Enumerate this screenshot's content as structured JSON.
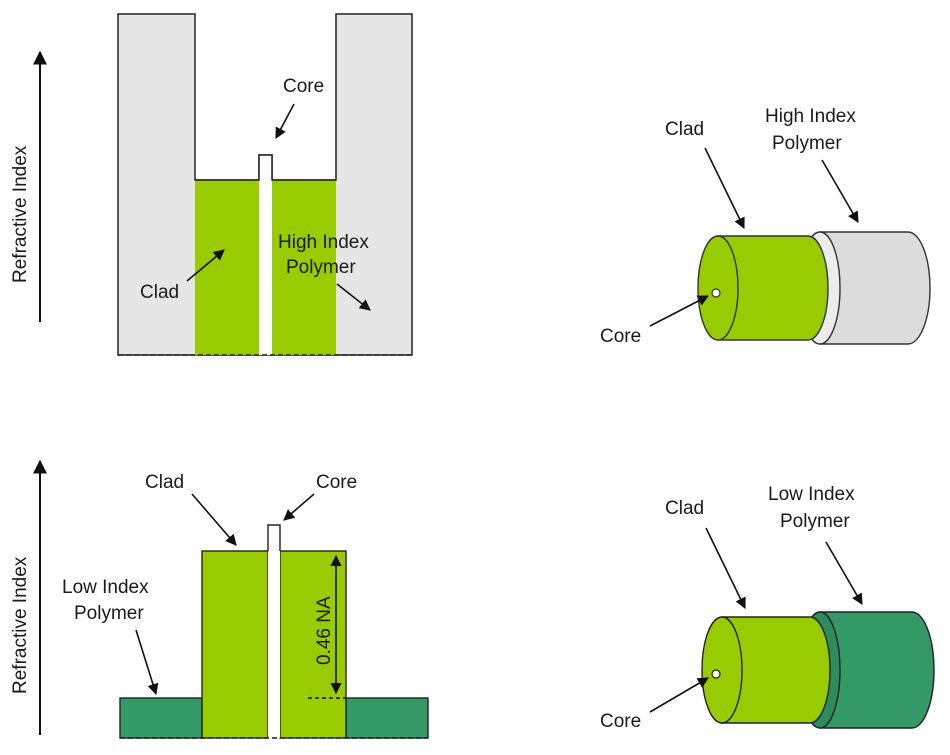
{
  "colors": {
    "lime_green": "#99cc00",
    "dark_green": "#339966",
    "light_gray": "#e6e6e6",
    "outline": "#222222",
    "background": "#ffffff"
  },
  "top_left": {
    "y_axis_label": "Refractive Index",
    "core_label": "Core",
    "clad_label": "Clad",
    "polymer_label_line1": "High Index",
    "polymer_label_line2": "Polymer"
  },
  "top_right": {
    "clad_label": "Clad",
    "polymer_label_line1": "High Index",
    "polymer_label_line2": "Polymer",
    "core_label": "Core"
  },
  "bottom_left": {
    "y_axis_label": "Refractive Index",
    "clad_label": "Clad",
    "core_label": "Core",
    "polymer_label_line1": "Low Index",
    "polymer_label_line2": "Polymer",
    "na_label": "0.46 NA"
  },
  "bottom_right": {
    "clad_label": "Clad",
    "polymer_label_line1": "Low Index",
    "polymer_label_line2": "Polymer",
    "core_label": "Core"
  }
}
